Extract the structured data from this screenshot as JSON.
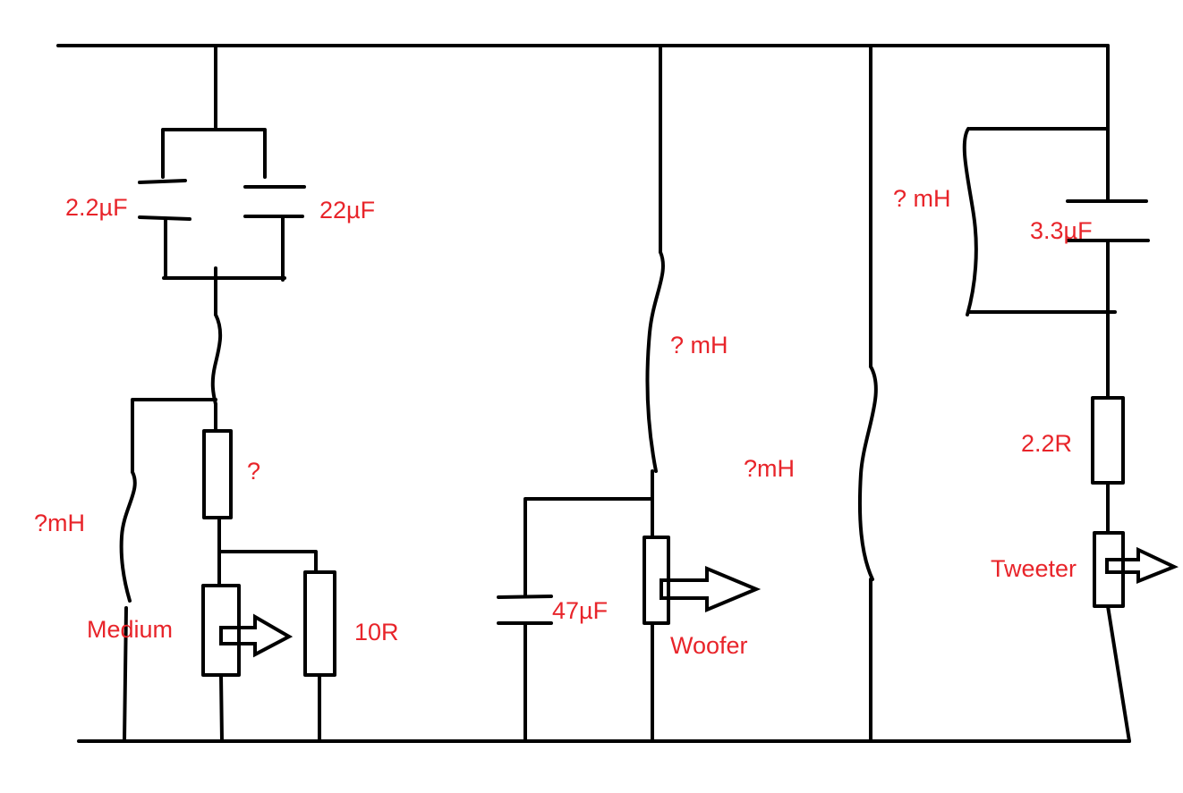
{
  "colors": {
    "wire": "#000000",
    "label": "#e8242a",
    "background": "#ffffff"
  },
  "labels": {
    "cap_2_2uF": "2.2µF",
    "cap_22uF": "22µF",
    "inductor_medium_series": "?mH",
    "resistor_unknown": "?",
    "medium_driver": "Medium",
    "resistor_10R": "10R",
    "cap_47uF": "47µF",
    "inductor_woofer_series": "? mH",
    "inductor_woofer_shunt": "?mH",
    "woofer_driver": "Woofer",
    "inductor_tweeter": "? mH",
    "cap_3_3uF": "3.3µF",
    "resistor_2_2R": "2.2R",
    "tweeter_driver": "Tweeter"
  }
}
